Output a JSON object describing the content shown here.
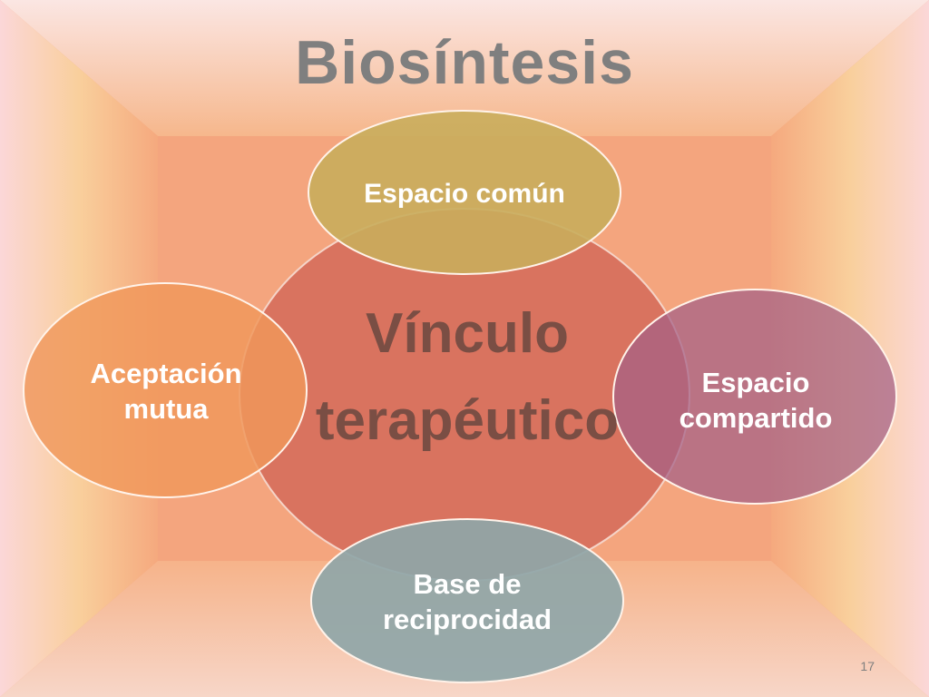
{
  "slide": {
    "title": "Biosíntesis",
    "page_number": "17"
  },
  "diagram": {
    "center": {
      "line1": "Vínculo",
      "line2": "terapéutico",
      "color": "#d9735f"
    },
    "nodes": [
      {
        "id": "top",
        "label": "Espacio común",
        "color": "#c9ad5c"
      },
      {
        "id": "left",
        "label": "Aceptación mutua",
        "color": "#f0975a"
      },
      {
        "id": "right",
        "label": "Espacio compartido",
        "color": "#b47c95"
      },
      {
        "id": "bottom",
        "label": "Base de reciprocidad",
        "color": "#8fa6a8"
      }
    ]
  },
  "colors": {
    "background_center": "#f4a57e",
    "background_edge": "#fbd9b0",
    "title": "#7f7f7f"
  }
}
